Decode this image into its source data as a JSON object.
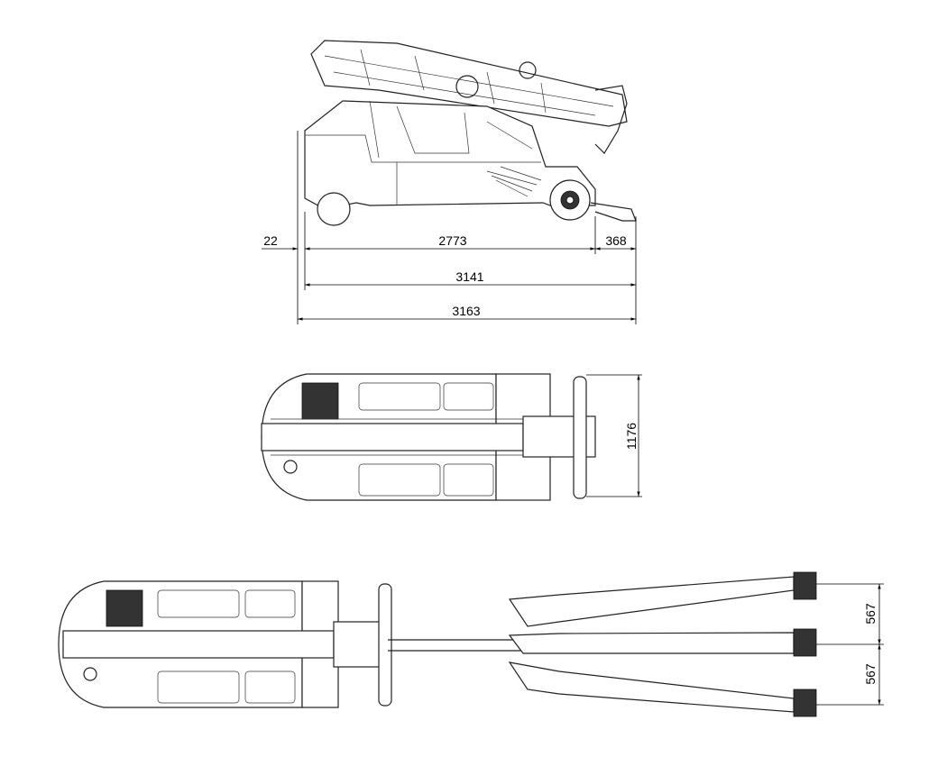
{
  "side_view": {
    "dims": {
      "overhang_front": "22",
      "wheelbase": "2773",
      "overhang_rear": "368",
      "length_body": "3141",
      "length_total": "3163"
    }
  },
  "top_view": {
    "dims": {
      "width": "1176"
    }
  },
  "outrigger_view": {
    "dims": {
      "spread_upper": "567",
      "spread_lower": "567"
    }
  }
}
